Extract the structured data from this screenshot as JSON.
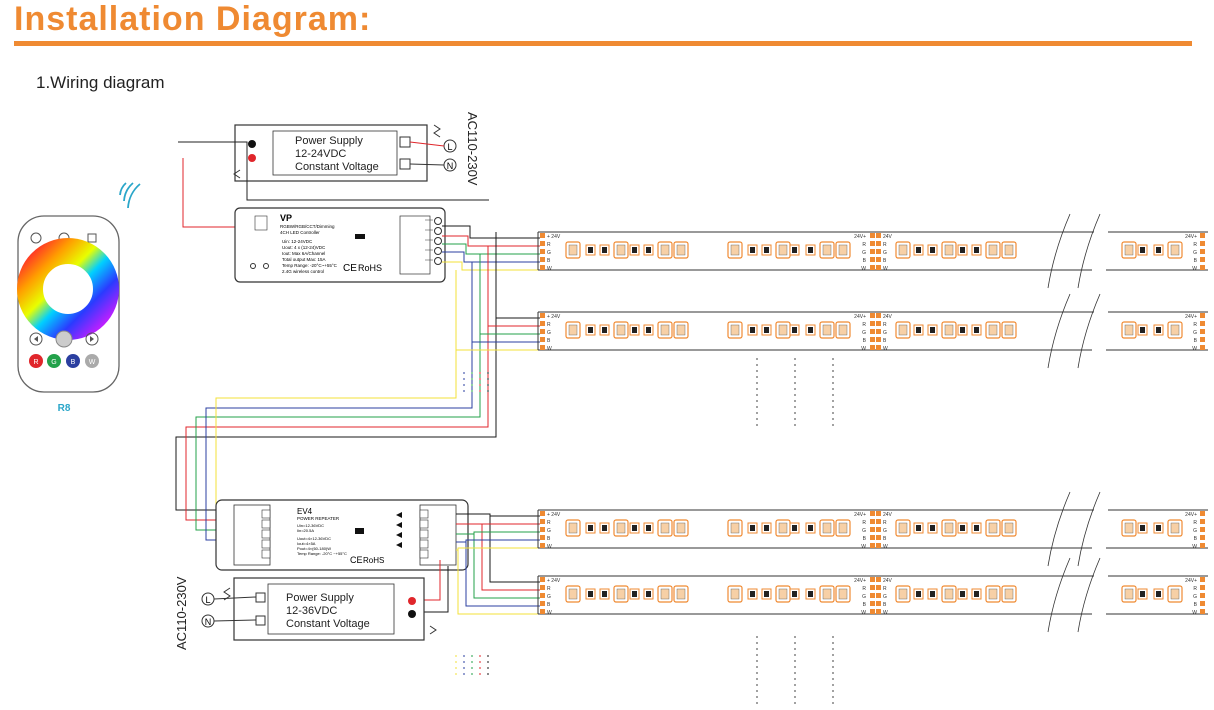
{
  "header": {
    "title": "Installation Diagram:"
  },
  "section": {
    "label": "1.Wiring diagram"
  },
  "remote": {
    "model": "R8",
    "buttons": [
      "R",
      "G",
      "B",
      "W"
    ]
  },
  "psu_top": {
    "line1": "Power Supply",
    "line2": "12-24VDC",
    "line3": "Constant Voltage",
    "ac": "AC110-230V",
    "l": "L",
    "n": "N"
  },
  "psu_bottom": {
    "line1": "Power Supply",
    "line2": "12-36VDC",
    "line3": "Constant Voltage",
    "ac": "AC110-230V",
    "l": "L",
    "n": "N"
  },
  "controller": {
    "name": "VP",
    "desc1": "RGBW/RGB/CCT/Dimming",
    "desc2": "4CH LED Controller",
    "spec1": "Uin: 12-24VDC",
    "spec2": "Uout: 4 x (12-24)VDC",
    "spec3": "Iout: Max 6A/Channel",
    "spec4": "Total output Max: 15A",
    "spec5": "Temp Range: -20°C~+55°C",
    "spec6": "2.4G wireless control",
    "rohs": "RoHS",
    "ce": "CE"
  },
  "repeater": {
    "name": "EV4",
    "desc": "POWER REPEATER",
    "spec1": "Uin=12-36VDC",
    "spec2": "Iin=20.5A",
    "spec3": "Uout=4×12-36VDC",
    "spec4": "Iout=4×5A",
    "spec5": "Pout=4×(60-180)W",
    "spec6": "Temp Range: -20°C ~+55°C",
    "rohs": "RoHS",
    "ce": "CE"
  },
  "strip": {
    "v_in": "24V",
    "v_out": "24V+",
    "channels": [
      "R",
      "G",
      "B",
      "W"
    ]
  },
  "colors": {
    "accent": "#ef8a32",
    "red": "#e0262b",
    "green": "#23a14a",
    "blue": "#2b3fa0",
    "yellow": "#f3e23a",
    "black": "#1a1a1a"
  }
}
